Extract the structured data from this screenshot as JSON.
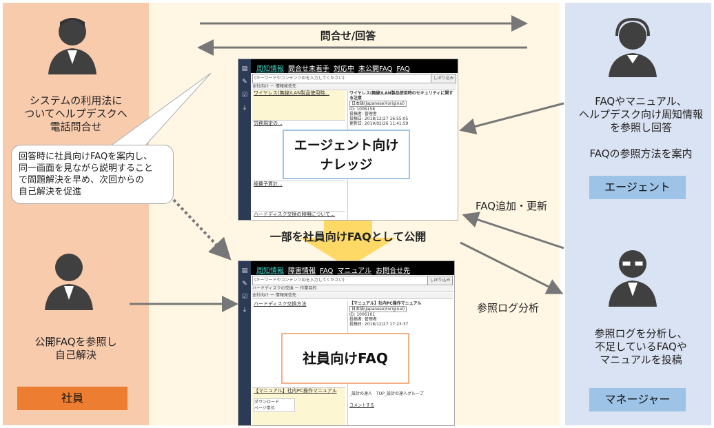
{
  "left": {
    "caller_text": "システムの利用法に\nついてヘルプデスクへ\n電話問合せ",
    "callout": "回答時に社員向けFAQを案内し、\n同一画面を見ながら説明すること\nで問題解決を早め、次回からの\n自己解決を促進",
    "employee_text": "公開FAQを参照し\n自己解決",
    "employee_label": "社員"
  },
  "middle": {
    "top_arrow_label": "問合せ/回答",
    "publish_label": "一部を社員向けFAQとして公開",
    "agent_shot": {
      "nav": [
        "周知情報",
        "問合せ未着手",
        "対応中",
        "未公開FAQ",
        "FAQ"
      ],
      "search_placeholder": "(キーワードやコンテンツIDを入力してください)",
      "filter_button": "しぼり込み",
      "breadcrumb": "全社向け ー 情報発信先",
      "items": [
        "ワイヤレス(無線)LAN製品使用時...",
        "労務規定の...",
        "経費予算計...",
        "ハードディスク交換の時期について..."
      ],
      "detail_title": "ワイヤレス(無線)LAN製品使用時のセキュリティに関する注意",
      "detail_id": "ID: 1006158",
      "detail_author": "投稿者: 管理者",
      "detail_posted": "投稿日: 2018/12/27 16:55:05",
      "detail_updated": "更新日: 2019/02/26 11:41:59",
      "language": "日本語(Japanese)(original)",
      "overlay": "エージェント向け\nナレッジ"
    },
    "employee_shot": {
      "nav": [
        "周知情報",
        "障害情報",
        "FAQ",
        "マニュアル",
        "お問合せ先"
      ],
      "search_placeholder": "(キーワードやコンテンツIDを入力してください)",
      "filter_button": "しぼり込み",
      "breadcrumbs": [
        "ハードディスクの交換 ー 作業目的",
        "全社向け ー 情報発信先"
      ],
      "items": [
        "ハードディスク交換方法",
        "【マニュアル】社内PC操作マニュアル"
      ],
      "detail_title": "【マニュアル】社内PC操作マニュアル",
      "detail_id": "ID: 1006161",
      "detail_author": "投稿者: 管理者",
      "detail_posted": "投稿日: 2018/12/27 17:23:37",
      "language": "日本語(Japanese)(original)",
      "menu": [
        "ダウンロード",
        "ページ単位"
      ],
      "group": "_設計の達人　TOP_設計の達人グループ",
      "comment": "コメントする",
      "overlay": "社員向けFAQ"
    }
  },
  "right": {
    "agent_text": "FAQやマニュアル、\nヘルプデスク向け周知情報\nを参照し回答",
    "agent_sub": "FAQの参照方法を案内",
    "agent_label": "エージェント",
    "faq_update": "FAQ追加・更新",
    "log_analysis": "参照ログ分析",
    "manager_text": "参照ログを分析し、\n不足しているFAQや\nマニュアルを投稿",
    "manager_label": "マネージャー"
  }
}
